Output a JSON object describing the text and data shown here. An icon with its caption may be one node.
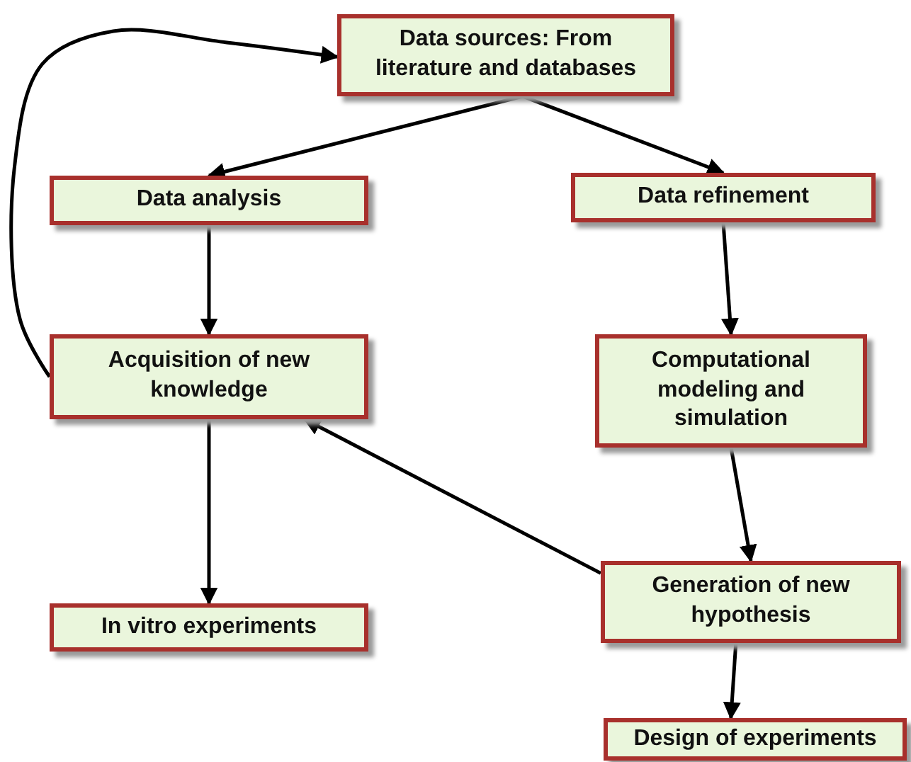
{
  "diagram": {
    "nodes": [
      {
        "text": [
          "Data sources: From literature and databases"
        ]
      },
      {
        "text": [
          "Data analysis"
        ]
      },
      {
        "text": [
          "Data refinement"
        ]
      },
      {
        "text": [
          "Acquisition of new knowledge"
        ]
      },
      {
        "text": [
          "Computational modeling and simulation"
        ]
      },
      {
        "text": [
          "In vitro experiments"
        ]
      },
      {
        "text": [
          "Generation of new hypothesis"
        ]
      },
      {
        "text": [
          "Design of experiments"
        ]
      }
    ],
    "edges": [
      {
        "from": 0,
        "to": 1,
        "arrow": "to"
      },
      {
        "from": 0,
        "to": 2,
        "arrow": "to"
      },
      {
        "from": 1,
        "to": 3,
        "arrow": "to"
      },
      {
        "from": 2,
        "to": 4,
        "arrow": "to"
      },
      {
        "from": 3,
        "to": 0,
        "arrow": "to"
      },
      {
        "from": 3,
        "to": 5,
        "arrow": "to"
      },
      {
        "from": 4,
        "to": 6,
        "arrow": "to"
      },
      {
        "from": 6,
        "to": 3,
        "arrow": "to"
      },
      {
        "from": 6,
        "to": 7,
        "arrow": "to"
      }
    ]
  }
}
